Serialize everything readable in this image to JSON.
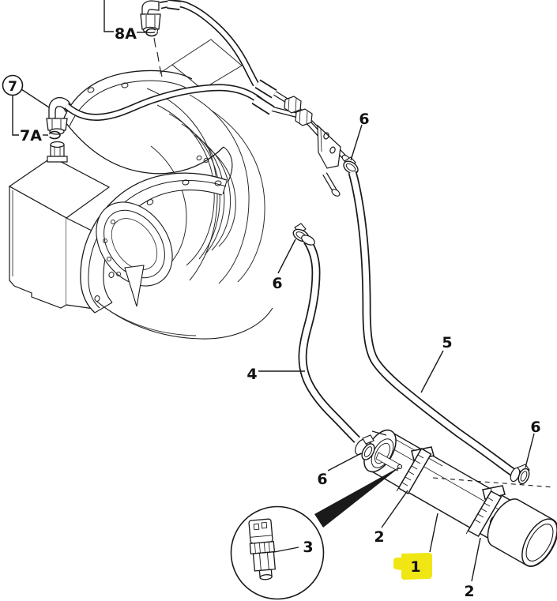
{
  "diagram": {
    "type": "exploded-parts-diagram",
    "background": "#ffffff",
    "line_color": "#1a1a1a",
    "highlight_color": "#f0e614",
    "callouts": [
      {
        "id": "7",
        "label": "7",
        "circled": true
      },
      {
        "id": "7A",
        "label": "7A"
      },
      {
        "id": "8A",
        "label": "8A"
      },
      {
        "id": "6-tube-end-clamp",
        "label": "6"
      },
      {
        "id": "6-hose4-top-clamp",
        "label": "6"
      },
      {
        "id": "4-hose",
        "label": "4"
      },
      {
        "id": "5-hose",
        "label": "5"
      },
      {
        "id": "6-cooler-inlet-clamp",
        "label": "6"
      },
      {
        "id": "6-hose5-end-clamp",
        "label": "6"
      },
      {
        "id": "2-clamp-left",
        "label": "2"
      },
      {
        "id": "1-cooler-highlight",
        "label": "1",
        "highlighted": true
      },
      {
        "id": "2-clamp-right",
        "label": "2"
      },
      {
        "id": "3-sensor",
        "label": "3"
      }
    ]
  }
}
